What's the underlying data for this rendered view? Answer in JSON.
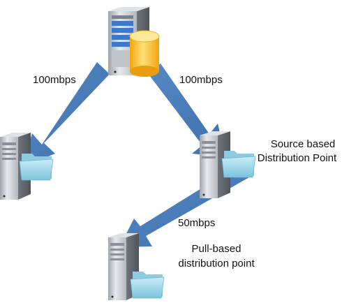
{
  "links": {
    "top_left": "100mbps",
    "top_right": "100mbps",
    "lower": "50mbps"
  },
  "nodes": {
    "source_dp": {
      "line1": "Source based",
      "line2": "Distribution Point"
    },
    "pull_dp": {
      "line1": "Pull-based",
      "line2": "distribution point"
    }
  },
  "colors": {
    "arrow": "#4a7ebb",
    "server_body": "#c9cdd2",
    "folder": "#9fd4e8",
    "database": "#f5b820"
  },
  "icons": [
    "server-icon",
    "database-icon",
    "folder-icon",
    "arrow-icon"
  ]
}
